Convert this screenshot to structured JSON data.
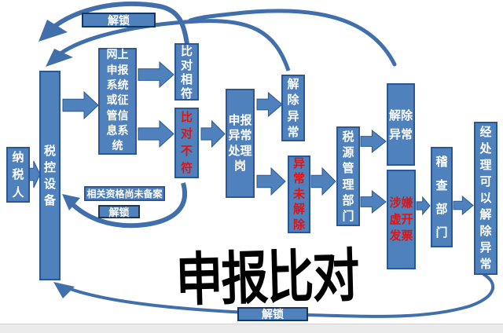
{
  "title": {
    "text": "申报比对"
  },
  "colors": {
    "box_fill": "#4f81bd",
    "box_border": "#2b5796",
    "connector_blue": "#416fab",
    "red_text": "#dd1515",
    "white_text": "#ffffff",
    "title_black": "#000000",
    "bottom_strip_gray": "#ebebeb"
  },
  "nodes": {
    "taxpayer": "纳税人",
    "tax_control_device": "税控设备",
    "online_system": "网上申报系统或征管信息系统",
    "compare_match": "比对相符",
    "compare_mismatch": "比对不符",
    "anomaly_handling_post": "申报异常处理岗",
    "remove_anomaly_1": "解除异常",
    "anomaly_unresolved": "异常未解除",
    "tax_source_dept": "税源管理部门",
    "remove_anomaly_2": "解除异常",
    "suspected_fake_invoice": "涉嫌虚开发票",
    "inspection_dept": "稽查部门",
    "resolved_after_handling": "经处理可以解除异常",
    "qualification_note": "相关资格尚未备案"
  },
  "labels": {
    "unlock_top": "解锁",
    "unlock_mid": "解锁",
    "unlock_bottom": "解锁"
  }
}
